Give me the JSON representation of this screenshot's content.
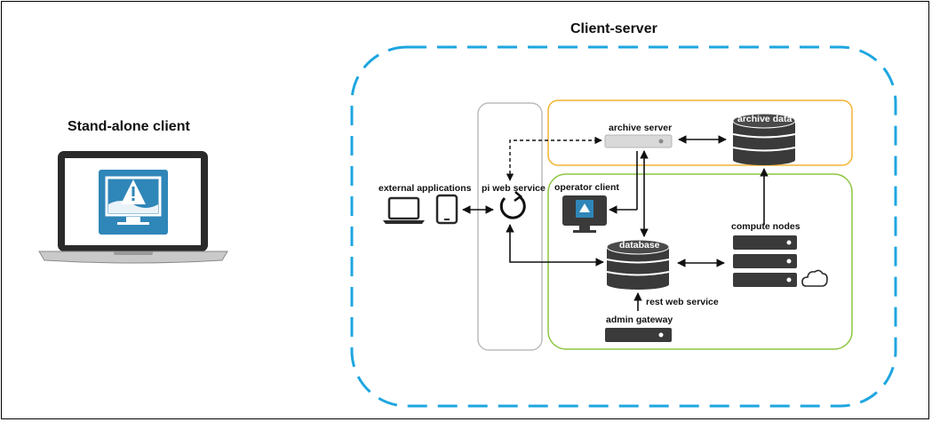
{
  "titles": {
    "client_server": "Client-server",
    "stand_alone": "Stand-alone client"
  },
  "nodes": {
    "archive_server": "archive server",
    "archive_data": "archive data",
    "external_applications": "external applications",
    "pi_web_service": "pi web service",
    "operator_client": "operator client",
    "database": "database",
    "compute_nodes": "compute nodes",
    "rest_web_service": "rest web service",
    "admin_gateway": "admin gateway"
  },
  "colors": {
    "client_server_border": "#1ea6e0",
    "archive_group_border": "#f2b230",
    "database_group_border": "#8cc63f",
    "web_service_panel_border": "#bdbdbd",
    "icon_dark": "#3a3a3a",
    "screen_blue": "#2f86b8"
  },
  "icons": [
    "laptop-icon",
    "tablet-icon",
    "monitor-icon",
    "database-icon",
    "server-rack-icon",
    "cloud-icon",
    "web-service-ring-icon"
  ]
}
